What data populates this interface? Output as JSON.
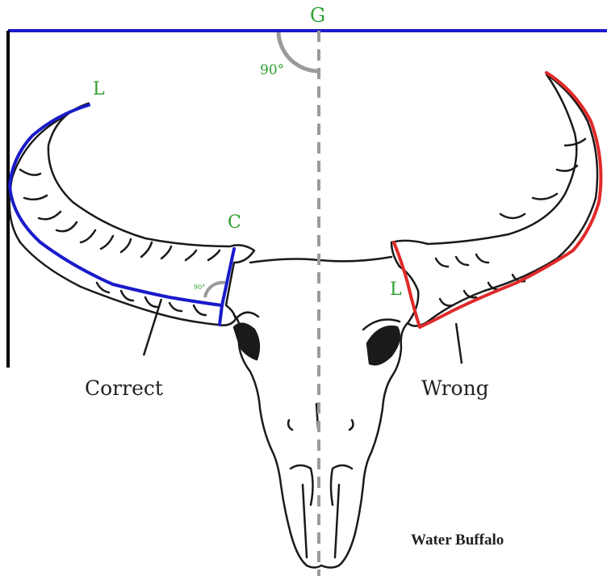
{
  "diagram": {
    "top_label": "G",
    "right_angle_label": "90°",
    "small_angle_label": "90°",
    "left_tip_label": "L",
    "left_base_label": "C",
    "right_base_label": "L",
    "correct_label": "Correct",
    "wrong_label": "Wrong",
    "caption": "Water Buffalo"
  },
  "colors": {
    "correct_line": "#1a1acc",
    "wrong_line": "#e02a2a",
    "reference_line": "#1a1acc",
    "center_line": "#9b9b9b",
    "labels": "#2e9e2e",
    "outline": "#1a1a1a"
  }
}
